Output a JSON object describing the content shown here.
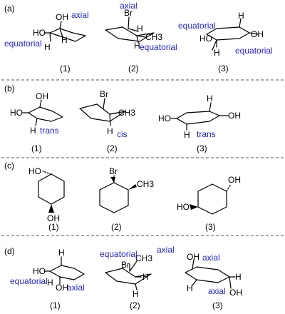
{
  "panels": [
    {
      "label": "(a)",
      "items": [
        {
          "number": "(1)",
          "atoms": [
            "HO",
            "OH",
            "H",
            "H"
          ],
          "notes": [
            "axial",
            "equatorial"
          ]
        },
        {
          "number": "(2)",
          "atoms": [
            "Br",
            "H",
            "CH3",
            "H"
          ],
          "notes": [
            "axial",
            "equatorial"
          ]
        },
        {
          "number": "(3)",
          "atoms": [
            "H",
            "OH",
            "HO",
            "H"
          ],
          "notes": [
            "equatorial",
            "equatorial"
          ]
        }
      ]
    },
    {
      "label": "(b)",
      "items": [
        {
          "number": "(1)",
          "atoms": [
            "HO",
            "OH",
            "H"
          ],
          "notes": [
            "trans"
          ]
        },
        {
          "number": "(2)",
          "atoms": [
            "Br",
            "CH3",
            "H"
          ],
          "notes": [
            "cis"
          ]
        },
        {
          "number": "(3)",
          "atoms": [
            "H",
            "OH",
            "HO",
            "H"
          ],
          "notes": [
            "trans"
          ]
        }
      ]
    },
    {
      "label": "(c)",
      "items": [
        {
          "number": "(1)",
          "atoms": [
            "HO",
            "OH"
          ],
          "notes": []
        },
        {
          "number": "(2)",
          "atoms": [
            "Br",
            "CH3"
          ],
          "notes": []
        },
        {
          "number": "(3)",
          "atoms": [
            "OH",
            "HO"
          ],
          "notes": []
        }
      ]
    },
    {
      "label": "(d)",
      "items": [
        {
          "number": "(1)",
          "atoms": [
            "H",
            "HO",
            "OH",
            "H"
          ],
          "notes": [
            "equatorial",
            "axial"
          ]
        },
        {
          "number": "(2)",
          "atoms": [
            "Br",
            "CH3",
            "H",
            "H"
          ],
          "notes": [
            "equatorial",
            "axial"
          ]
        },
        {
          "number": "(3)",
          "atoms": [
            "OH",
            "H",
            "H",
            "OH"
          ],
          "notes": [
            "axial",
            "axial"
          ]
        }
      ]
    }
  ],
  "colors": {
    "annotation": "#1f1fd6",
    "bond": "#000000",
    "separator": "#555555"
  }
}
